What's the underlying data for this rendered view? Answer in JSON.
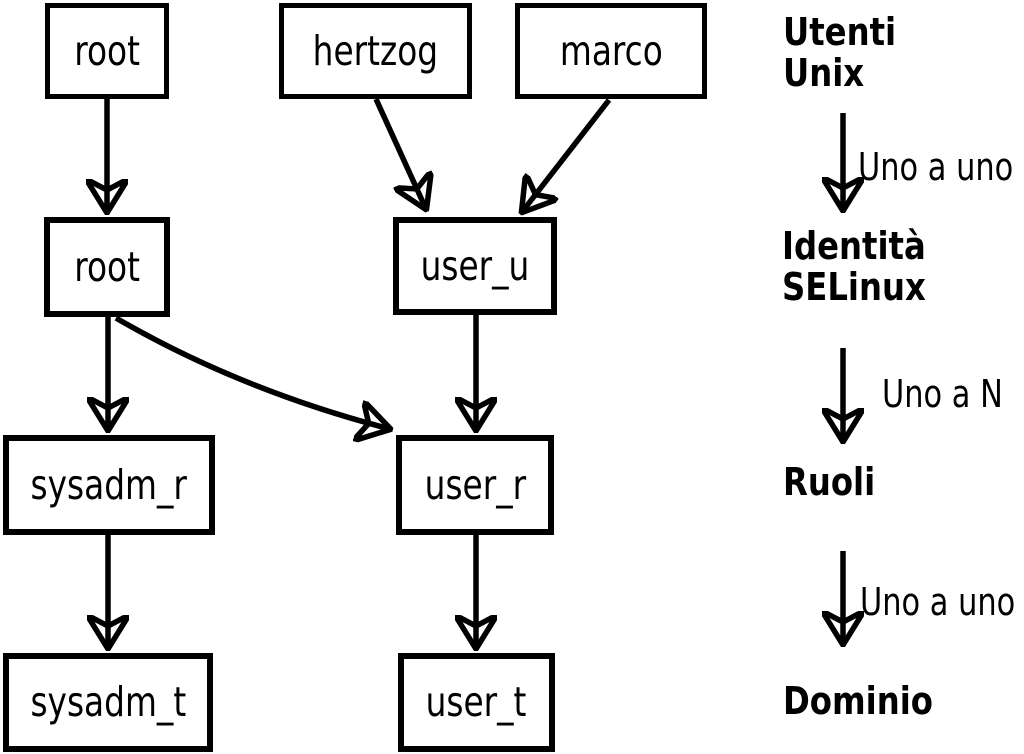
{
  "diagram": {
    "title_implicit": "Mappa utenti Unix / identità SELinux / ruoli / domini",
    "nodes": {
      "root_unix": {
        "label": "root"
      },
      "hertzog": {
        "label": "hertzog"
      },
      "marco": {
        "label": "marco"
      },
      "root_selinux": {
        "label": "root"
      },
      "user_u": {
        "label": "user_u"
      },
      "sysadm_r": {
        "label": "sysadm_r"
      },
      "user_r": {
        "label": "user_r"
      },
      "sysadm_t": {
        "label": "sysadm_t"
      },
      "user_t": {
        "label": "user_t"
      }
    },
    "legend": {
      "utenti_unix": "Utenti\nUnix",
      "identita_selinux": "Identità\nSELinux",
      "ruoli": "Ruoli",
      "dominio": "Dominio",
      "rel_unix_to_identity": "Uno a uno",
      "rel_identity_to_roles": "Uno a N",
      "rel_roles_to_domain": "Uno a uno"
    },
    "colors": {
      "stroke": "#000000",
      "background": "#ffffff"
    }
  }
}
